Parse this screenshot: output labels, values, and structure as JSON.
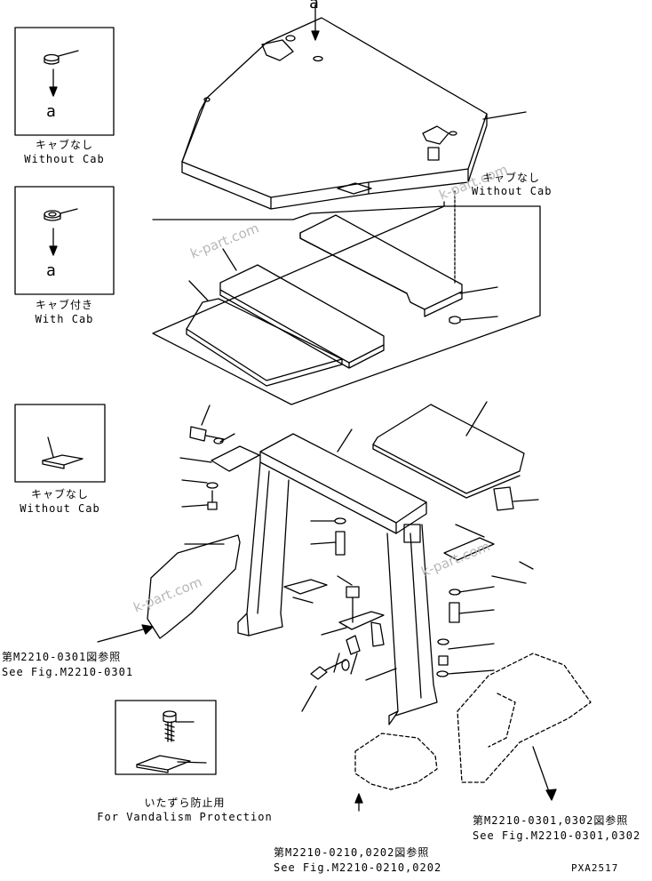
{
  "callout_a_top": "a",
  "inset_without_cab_top": {
    "marker": "a",
    "caption_jp": "キャブなし",
    "caption_en": "Without Cab"
  },
  "inset_with_cab": {
    "marker": "a",
    "caption_jp": "キャブ付き",
    "caption_en": "With Cab"
  },
  "inset_without_cab_bracket": {
    "caption_jp": "キャブなし",
    "caption_en": "Without Cab"
  },
  "group_without_cab": {
    "caption_jp": "キャブなし",
    "caption_en": "Without Cab"
  },
  "ref_left": {
    "jp": "第M2210-0301図参照",
    "en": "See Fig.M2210-0301"
  },
  "inset_vandalism": {
    "caption_jp": "いたずら防止用",
    "caption_en": "For Vandalism Protection"
  },
  "ref_bottom_center": {
    "jp": "第M2210-0210,0202図参照",
    "en": "See Fig.M2210-0210,0202"
  },
  "ref_bottom_right": {
    "jp": "第M2210-0301,0302図参照",
    "en": "See Fig.M2210-0301,0302"
  },
  "drawing_code": "PXA2517",
  "watermark": "k-part.com"
}
